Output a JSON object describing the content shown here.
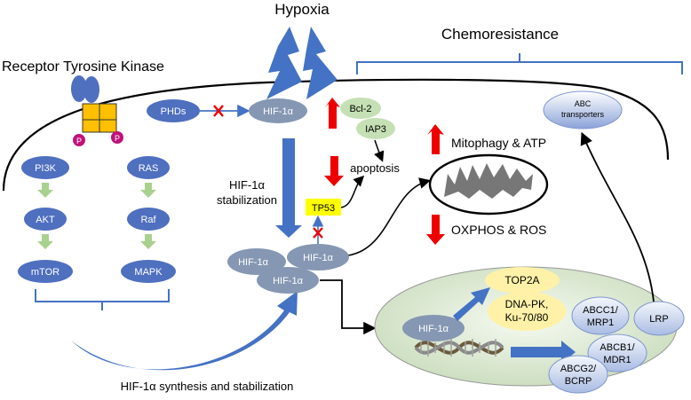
{
  "labels": {
    "hypoxia": "Hypoxia",
    "chemoresistance": "Chemoresistance",
    "rtk": "Receptor Tyrosine Kinase",
    "phos": "P",
    "stabilization_line1": "HIF-1α",
    "stabilization_line2": "stabilization",
    "synthesis": "HIF-1α synthesis and stabilization",
    "mitophagy": "Mitophagy & ATP",
    "oxphos": "OXPHOS & ROS",
    "apoptosis": "apoptosis",
    "abc_line1": "ABC",
    "abc_line2": "transporters"
  },
  "nodes": {
    "phds": "PHDs",
    "hif_top": "HIF-1α",
    "pi3k": "PI3K",
    "akt": "AKT",
    "mtor": "mTOR",
    "ras": "RAS",
    "raf": "Raf",
    "mapk": "MAPK",
    "hif_a": "HIF-1α",
    "hif_b": "HIF-1α",
    "hif_c": "HIF-1α",
    "bcl2": "Bcl-2",
    "iap3": "IAP3",
    "tp53": "TP53",
    "hif_nuc": "HIF-1α",
    "top2a": "TOP2A",
    "dnapk_line1": "DNA-PK,",
    "dnapk_line2": "Ku-70/80",
    "abcc1_line1": "ABCC1/",
    "abcc1_line2": "MRP1",
    "lrp": "LRP",
    "abcb1_line1": "ABCB1/",
    "abcb1_line2": "MDR1",
    "abcg2_line1": "ABCG2/",
    "abcg2_line2": "BCRP"
  },
  "colors": {
    "blue_node": "#4f6fbf",
    "grey_node": "#8597b3",
    "green_node": "#c5e0b4",
    "yellow_node": "#fff2a8",
    "tp53_fill": "#ffff00",
    "red_arrow": "#ee0000",
    "blue_arrow": "#4472c4",
    "receptor_fill": "#ffc000",
    "phos_fill": "#c0127a",
    "nucleus_fill": "#e3eedd"
  }
}
